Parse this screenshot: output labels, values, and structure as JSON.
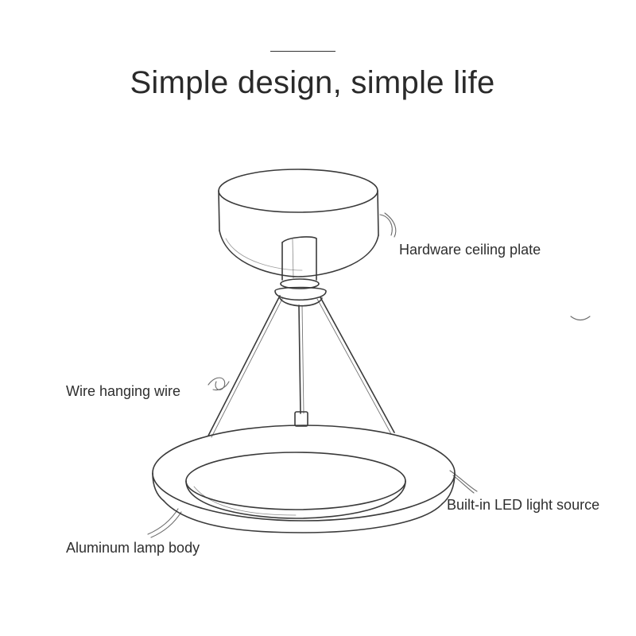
{
  "header": {
    "title": "Simple design, simple life"
  },
  "callouts": {
    "ceiling_plate": "Hardware ceiling plate",
    "hanging_wire": "Wire hanging wire",
    "led_source": "Built-in LED light source",
    "lamp_body": "Aluminum lamp body"
  },
  "colors": {
    "line": "#3a3a3a",
    "background": "#ffffff",
    "text": "#2e2e2e"
  }
}
